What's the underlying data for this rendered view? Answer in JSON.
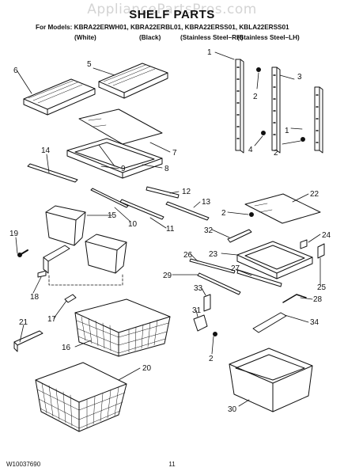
{
  "watermark": "AppliancePartsPros.com",
  "header": {
    "title": "SHELF PARTS",
    "models_line": "For Models: KBRA22ERWH01, KBRA22ERBL01, KBRA22ERSS01, KBLA22ERSS01",
    "variants": [
      "(White)",
      "(Black)",
      "(Stainless Steel–RH)",
      "(Stainless Steel–LH)"
    ]
  },
  "callouts": [
    "1",
    "2",
    "3",
    "1",
    "2",
    "4",
    "5",
    "6",
    "7",
    "8",
    "9",
    "14",
    "10",
    "11",
    "12",
    "13",
    "15",
    "19",
    "18",
    "17",
    "16",
    "20",
    "21",
    "22",
    "2",
    "24",
    "32",
    "23",
    "26",
    "27",
    "29",
    "25",
    "28",
    "33",
    "31",
    "34",
    "2",
    "30"
  ],
  "footer": {
    "doc_number": "W10037690",
    "page_number": "11"
  }
}
